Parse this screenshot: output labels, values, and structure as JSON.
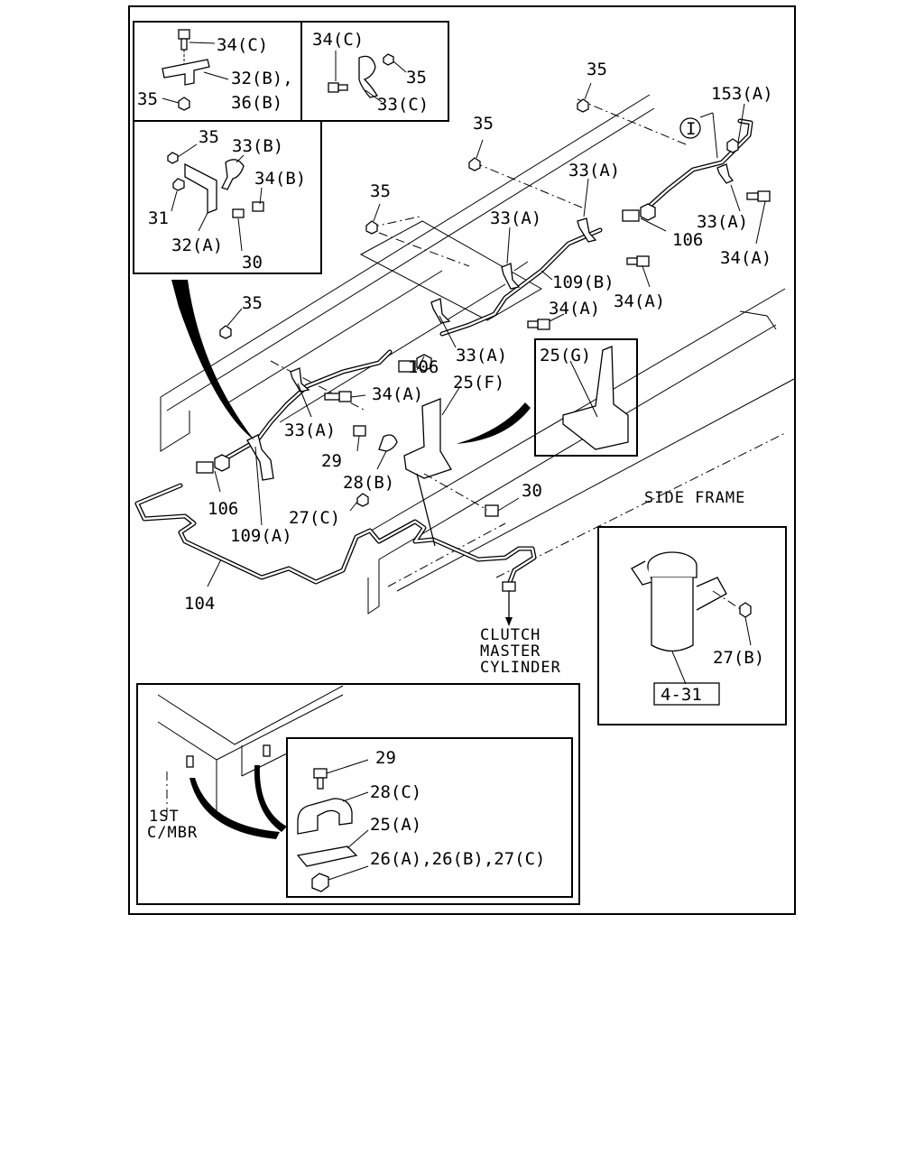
{
  "labels": {
    "l_34C_a": "34(C)",
    "l_32B_36B_1": "32(B),",
    "l_32B_36B_2": "36(B)",
    "l_35_a": "35",
    "l_34C_b": "34(C)",
    "l_35_b": "35",
    "l_33C": "33(C)",
    "l_35_c": "35",
    "l_33B": "33(B)",
    "l_34B": "34(B)",
    "l_31": "31",
    "l_32A": "32(A)",
    "l_30_a": "30",
    "l_35_d": "35",
    "l_35_e": "35",
    "l_35_f": "35",
    "l_35_g": "35",
    "l_153A": "153(A)",
    "l_circle_I": "I",
    "l_33A_1": "33(A)",
    "l_33A_2": "33(A)",
    "l_33A_3": "33(A)",
    "l_33A_4": "33(A)",
    "l_33A_5": "33(A)",
    "l_106_a": "106",
    "l_106_b": "106",
    "l_106_c": "106",
    "l_34A_1": "34(A)",
    "l_34A_2": "34(A)",
    "l_34A_3": "34(A)",
    "l_34A_4": "34(A)",
    "l_109B": "109(B)",
    "l_109A": "109(A)",
    "l_25G": "25(G)",
    "l_25F": "25(F)",
    "l_29_a": "29",
    "l_28B": "28(B)",
    "l_30_b": "30",
    "l_27C_a": "27(C)",
    "l_104": "104",
    "l_side_frame": "SIDE FRAME",
    "l_clutch_1": "CLUTCH",
    "l_clutch_2": "MASTER",
    "l_clutch_3": "CYLINDER",
    "l_27B": "27(B)",
    "l_4_31": "4-31",
    "l_1st_1": "1ST",
    "l_1st_2": "C/MBR",
    "l_29_b": "29",
    "l_28C": "28(C)",
    "l_25A": "25(A)",
    "l_26_27": "26(A),26(B),27(C)"
  }
}
